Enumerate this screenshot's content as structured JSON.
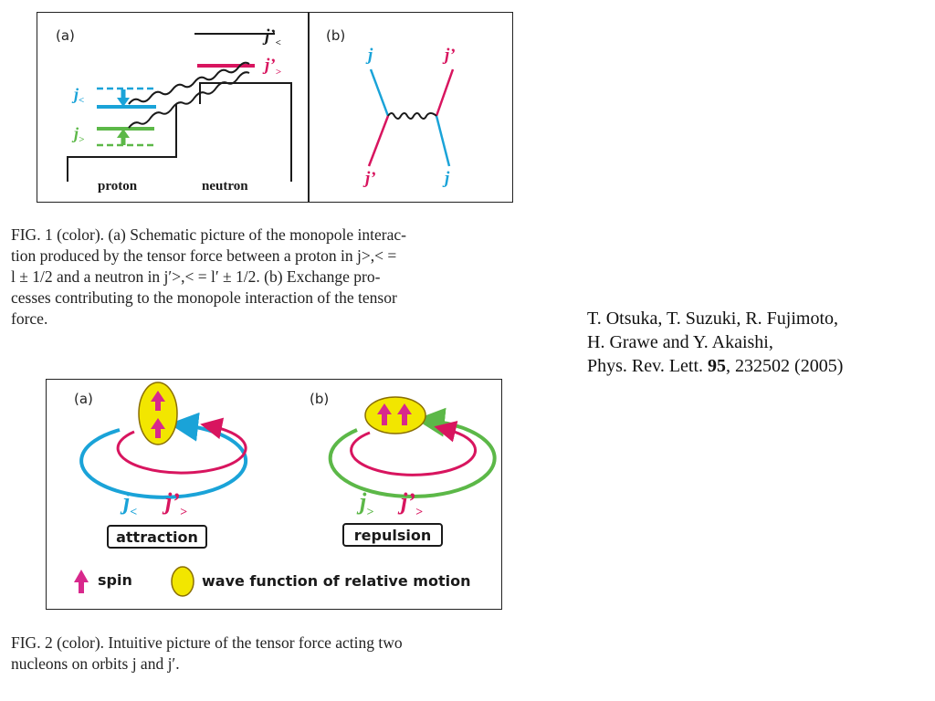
{
  "figure1": {
    "panel_a_label": "(a)",
    "panel_b_label": "(b)",
    "level_j_less_prime": "j’",
    "level_j_less_prime_sub": "<",
    "level_j_greater_prime": "j’",
    "level_j_greater_prime_sub": ">",
    "proton_level_j_less": "j",
    "proton_level_j_less_sub": "<",
    "proton_level_j_greater": "j",
    "proton_level_j_greater_sub": ">",
    "proton_label": "proton",
    "neutron_label": "neutron",
    "exchange_top_left": "j",
    "exchange_top_right": "j’",
    "exchange_bottom_left": "j’",
    "exchange_bottom_right": "j",
    "colors": {
      "blue": "#1aa3d8",
      "red": "#d8155f",
      "green": "#5cb848",
      "black": "#1a1a1a"
    },
    "caption_lines": [
      "FIG. 1 (color).   (a) Schematic picture of the monopole interac-",
      "tion produced by the tensor force between a proton in j>,< =",
      "l ± 1/2 and a neutron in j′>,< = l′ ± 1/2. (b) Exchange pro-",
      "cesses contributing to the monopole interaction of the tensor",
      "force."
    ]
  },
  "figure2": {
    "panel_a_label": "(a)",
    "panel_b_label": "(b)",
    "a_orbit_j": "j",
    "a_orbit_j_sub": "<",
    "a_orbit_jprime": "j’",
    "a_orbit_jprime_sub": ">",
    "b_orbit_j": "j",
    "b_orbit_j_sub": ">",
    "b_orbit_jprime": "j’",
    "b_orbit_jprime_sub": ">",
    "attraction_label": "attraction",
    "repulsion_label": "repulsion",
    "legend_spin": "spin",
    "legend_wavefunction": "wave function of relative motion",
    "colors": {
      "blue": "#1aa3d8",
      "red": "#d8155f",
      "green": "#5cb848",
      "yellow": "#f2e600",
      "magenta": "#d8288c"
    },
    "caption_lines": [
      "FIG. 2 (color).   Intuitive picture of the tensor force acting two",
      "nucleons on orbits j and j′."
    ]
  },
  "reference": {
    "line1": "T. Otsuka, T. Suzuki, R. Fujimoto,",
    "line2": "H. Grawe and Y. Akaishi,",
    "journal_prefix": "Phys. Rev. Lett. ",
    "volume": "95",
    "pages_year": ", 232502 (2005)"
  }
}
